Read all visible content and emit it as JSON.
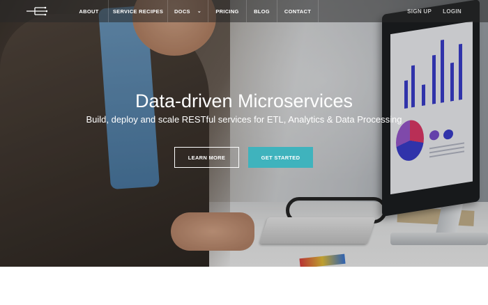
{
  "nav": {
    "items": [
      {
        "label": "ABOUT"
      },
      {
        "label": "SERVICE RECIPES"
      },
      {
        "label": "DOCS"
      },
      {
        "label": "PRICING"
      },
      {
        "label": "BLOG"
      },
      {
        "label": "CONTACT"
      }
    ],
    "sign_up": "SIGN UP",
    "login": "LOGIN",
    "logo_icon": "circuit-lines-icon"
  },
  "hero": {
    "title": "Data-driven Microservices",
    "subtitle": "Build, deploy and scale RESTful services for ETL, Analytics & Data Processing",
    "learn_more": "LEARN MORE",
    "get_started": "GET STARTED",
    "accent_color": "#3fb3bd"
  }
}
